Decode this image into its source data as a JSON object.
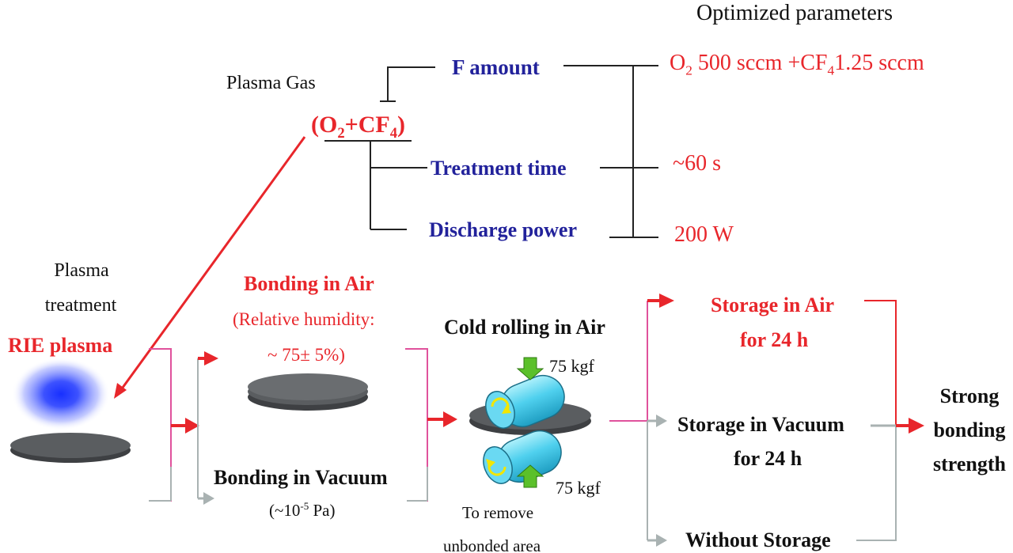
{
  "header": {
    "optimized_parameters": "Optimized parameters"
  },
  "gas": {
    "label": "Plasma Gas",
    "formula": {
      "open": "(O",
      "sub1": "2",
      "mid": "+CF",
      "sub2": "4",
      "close": ")"
    }
  },
  "parameters": [
    {
      "name": "F amount",
      "value": {
        "a": "O",
        "a_sub": "2",
        "b": " 500 sccm +CF",
        "b_sub": "4",
        "c": "1.25 sccm"
      }
    },
    {
      "name": "Treatment time",
      "value_text": "~60 s"
    },
    {
      "name": "Discharge power",
      "value_text": "200 W"
    }
  ],
  "plasma_treatment": {
    "line1": "Plasma",
    "line2": "treatment",
    "rie": "RIE plasma"
  },
  "bonding_air": {
    "title": "Bonding in Air",
    "humidity": "(Relative humidity:",
    "humidity_value": "~ 75±  5%)"
  },
  "bonding_vacuum": {
    "title": "Bonding in Vacuum",
    "pressure_pre": "(~10",
    "pressure_exp": "-5",
    "pressure_post": " Pa)"
  },
  "cold_rolling": {
    "title": "Cold rolling in Air",
    "force_top": "75 kgf",
    "force_bottom": "75 kgf",
    "note1": "To remove",
    "note2": "unbonded area"
  },
  "storage": {
    "air1": "Storage in Air",
    "air2": "for 24 h",
    "vac1": "Storage in Vacuum",
    "vac2": "for 24 h",
    "none": "Without Storage"
  },
  "result": {
    "line1": "Strong",
    "line2": "bonding",
    "line3": "strength"
  },
  "colors": {
    "red": "#e8262b",
    "blue": "#22229b",
    "magenta": "#e0529c",
    "gray": "#a9b2b2",
    "cyan": "#4ccbe8",
    "green": "#5bc02a",
    "disk": "#5a5d60"
  }
}
